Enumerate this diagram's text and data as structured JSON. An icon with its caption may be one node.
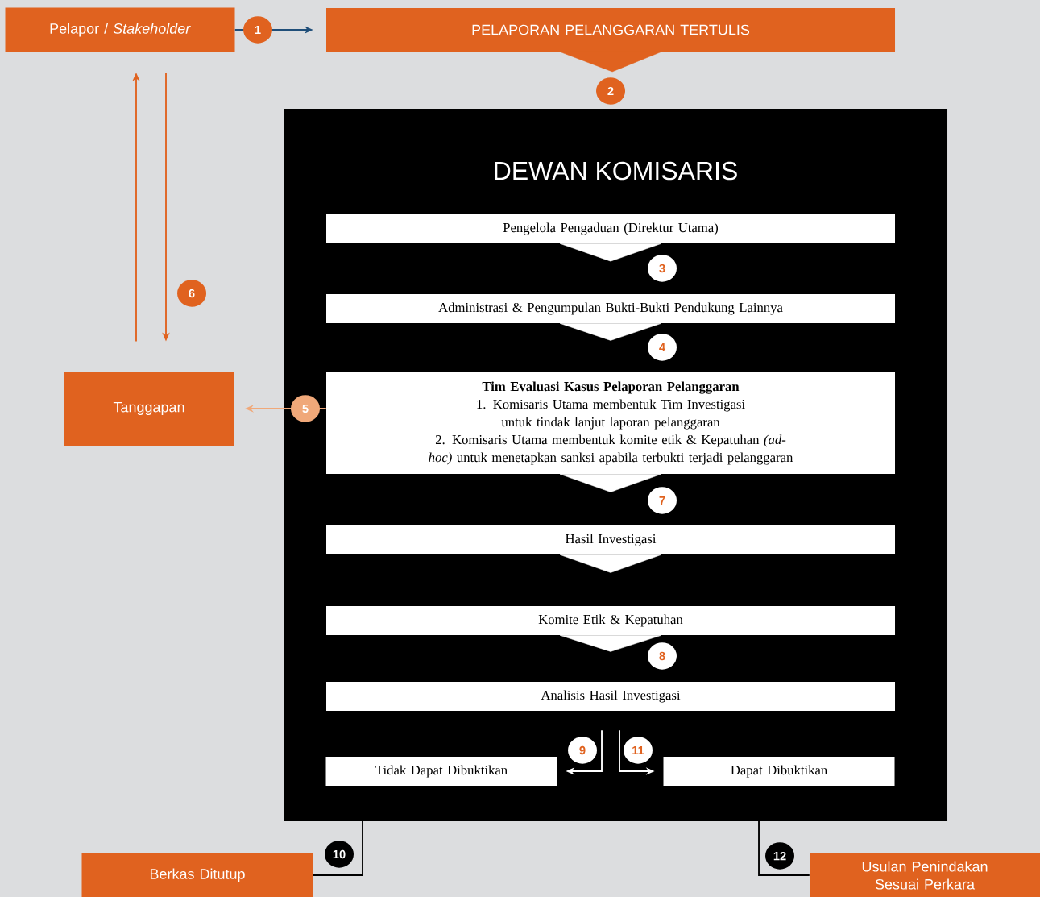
{
  "diagram": {
    "nodes": [
      {
        "text": [
          "Pelapor / *Stakeholder*"
        ]
      },
      {
        "text": [
          "PELAPORAN PELANGGARAN TERTULIS"
        ]
      },
      {
        "text": [
          "DEWAN KOMISARIS"
        ]
      },
      {
        "text": [
          "Pengelola Pengaduan (Direktur Utama)"
        ],
        "in": 2
      },
      {
        "text": [
          "Administrasi & Pengumpulan Bukti-Bukti Pendukung Lainnya"
        ],
        "in": 2
      },
      {
        "text": [
          "Tim Evaluasi Kasus Pelaporan Pelanggaran",
          "1. Komisaris Utama membentuk Tim Investigasi untuk tindak lanjut laporan pelanggaran",
          "2. Komisaris Utama membentuk komite etik & Kepatuhan *(ad-hoc)* untuk menetapkan sanksi apabila terbukti terjadi pelanggaran"
        ],
        "in": 2
      },
      {
        "text": [
          "Hasil Investigasi"
        ],
        "in": 2
      },
      {
        "text": [
          "Komite Etik & Kepatuhan"
        ],
        "in": 2
      },
      {
        "text": [
          "Analisis Hasil Investigasi"
        ],
        "in": 2
      },
      {
        "text": [
          "Tidak Dapat Dibuktikan"
        ],
        "in": 2
      },
      {
        "text": [
          "Dapat Dibuktikan"
        ],
        "in": 2
      },
      {
        "text": [
          "Tanggapan"
        ]
      },
      {
        "text": [
          "Berkas Ditutup"
        ]
      },
      {
        "text": [
          "Usulan Penindakan Sesuai Perkara"
        ]
      }
    ],
    "edges": [
      {
        "from": 0,
        "to": 1,
        "arrow": "to",
        "label": "1",
        "color": "#1f4e79"
      },
      {
        "from": 1,
        "to": 2,
        "arrow": "to",
        "label": "2",
        "color": "#e0621f"
      },
      {
        "from": 3,
        "to": 4,
        "arrow": "to",
        "label": "3"
      },
      {
        "from": 4,
        "to": 5,
        "arrow": "to",
        "label": "4"
      },
      {
        "from": 5,
        "to": 6,
        "arrow": "to",
        "label": "7"
      },
      {
        "from": 6,
        "to": 7,
        "arrow": "to"
      },
      {
        "from": 7,
        "to": 8,
        "arrow": "to",
        "label": "8"
      },
      {
        "from": 8,
        "to": 9,
        "arrow": "to",
        "label": "9"
      },
      {
        "from": 8,
        "to": 10,
        "arrow": "to",
        "label": "11"
      },
      {
        "from": 9,
        "to": 12,
        "arrow": "none",
        "label": "10",
        "color": "#000000"
      },
      {
        "from": 10,
        "to": 13,
        "arrow": "none",
        "label": "12",
        "color": "#000000"
      },
      {
        "from": 5,
        "to": 11,
        "arrow": "to",
        "label": "5",
        "color": "#f0a879"
      },
      {
        "from": 0,
        "to": 11,
        "arrow": "to",
        "label": "6",
        "color": "#e0621f"
      },
      {
        "from": 11,
        "to": 0,
        "arrow": "to",
        "color": "#e0621f"
      }
    ]
  }
}
